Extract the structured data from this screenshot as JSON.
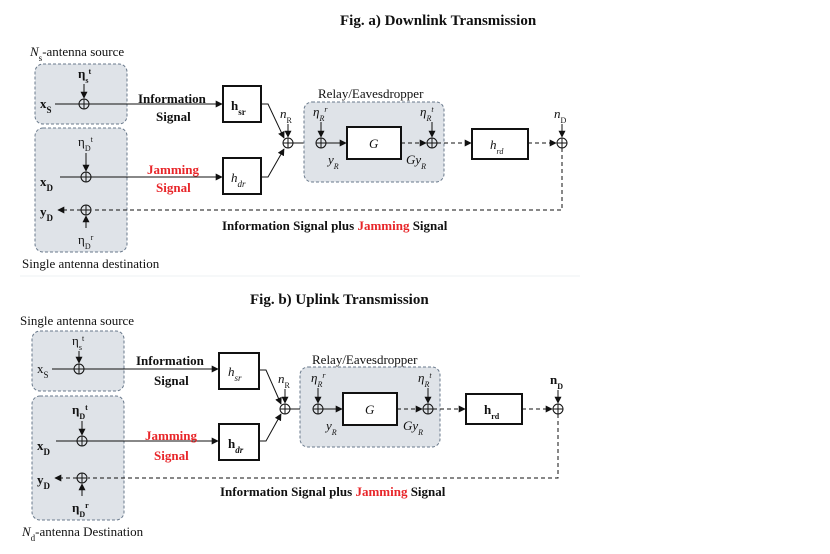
{
  "downlink": {
    "title": "Fig. a) Downlink Transmission",
    "source_caption_pre": "N",
    "source_caption_sub": "s",
    "source_caption_post": "-antenna source",
    "dest_caption": "Single antenna destination",
    "eta_s_t": "η",
    "x_s": "x",
    "eta_d_t": "η",
    "x_d": "x",
    "y_d": "y",
    "eta_d_r": "η",
    "info_signal_1": "Information",
    "info_signal_2": "Signal",
    "jam_signal_1": "Jamming",
    "jam_signal_2": "Signal",
    "h_sr": "h",
    "h_dr": "h",
    "n_r": "n",
    "relay_label": "Relay/Eavesdropper",
    "eta_r_r": "η",
    "eta_r_t": "η",
    "g_label": "G",
    "y_r": "y",
    "gy_r": "Gy",
    "h_rd": "h",
    "n_d": "n",
    "bottom_pre": "Information Signal plus ",
    "bottom_jam": "Jamming",
    "bottom_post": " Signal"
  },
  "uplink": {
    "title": "Fig. b) Uplink Transmission",
    "source_caption": "Single antenna source",
    "dest_caption_pre": "N",
    "dest_caption_sub": "d",
    "dest_caption_post": "-antenna Destination",
    "bottom_pre": "Information Signal plus ",
    "bottom_jam": "Jamming",
    "bottom_post": " Signal"
  }
}
